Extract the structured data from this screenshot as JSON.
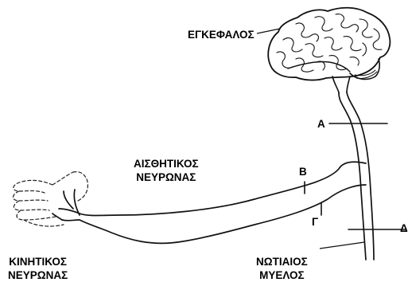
{
  "labels": {
    "brain": "ΕΓΚΕΦΑΛΟΣ",
    "sensory_line1": "ΑΙΣΘΗΤΙΚΟΣ",
    "sensory_line2": "ΝΕΥΡΩΝΑΣ",
    "motor_line1": "ΚΙΝΗΤΙΚΟΣ",
    "motor_line2": "ΝΕΥΡΩΝΑΣ",
    "spinal_line1": "ΝΩΤΙΑΙΟΣ",
    "spinal_line2": "ΜΥΕΛΟΣ"
  },
  "points": {
    "a": "Α",
    "b": "Β",
    "g": "Γ",
    "d": "Δ"
  }
}
